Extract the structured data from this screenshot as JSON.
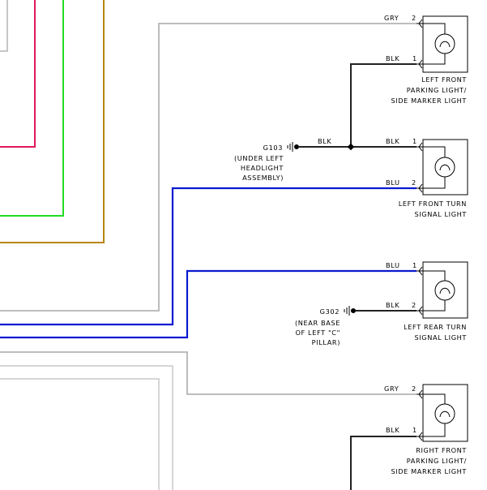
{
  "colors": {
    "red": "#e0185a",
    "green": "#22dd22",
    "tan": "#b8860b",
    "gray": "#b4b4b4",
    "light_gray": "#c8c8c8",
    "blue": "#0a1ad0",
    "black": "#222222"
  },
  "components": {
    "lf_park": {
      "line1": "LEFT FRONT",
      "line2": "PARKING LIGHT/",
      "line3": "SIDE MARKER LIGHT"
    },
    "lf_turn": {
      "line1": "LEFT FRONT TURN",
      "line2": "SIGNAL LIGHT"
    },
    "lr_turn": {
      "line1": "LEFT REAR TURN",
      "line2": "SIGNAL LIGHT"
    },
    "rf_park": {
      "line1": "RIGHT FRONT",
      "line2": "PARKING LIGHT/",
      "line3": "SIDE MARKER LIGHT"
    }
  },
  "wires": {
    "lf_park_pin2": {
      "color": "GRY",
      "pin": "2"
    },
    "lf_park_pin1": {
      "color": "BLK",
      "pin": "1"
    },
    "lf_turn_pin1": {
      "color": "BLK",
      "pin": "1"
    },
    "lf_turn_pin2": {
      "color": "BLU",
      "pin": "2"
    },
    "g103_splice": {
      "color": "BLK"
    },
    "lr_turn_pin1": {
      "color": "BLU",
      "pin": "1"
    },
    "lr_turn_pin2": {
      "color": "BLK",
      "pin": "2"
    },
    "rf_park_pin2": {
      "color": "GRY",
      "pin": "2"
    },
    "rf_park_pin1": {
      "color": "BLK",
      "pin": "1"
    }
  },
  "grounds": {
    "g103": {
      "id": "G103",
      "line1": "(UNDER LEFT",
      "line2": "HEADLIGHT",
      "line3": "ASSEMBLY)"
    },
    "g302": {
      "id": "G302",
      "line1": "(NEAR BASE",
      "line2": "OF LEFT \"C\"",
      "line3": "PILLAR)"
    }
  }
}
